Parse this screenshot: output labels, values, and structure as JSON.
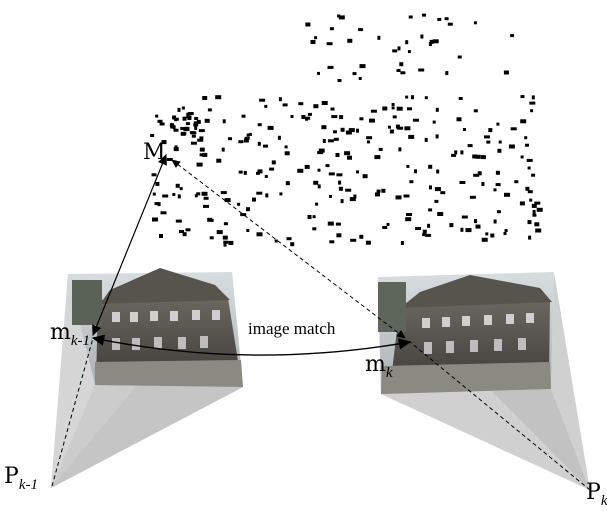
{
  "labels": {
    "point_3d": "M",
    "image_point_prev": {
      "base": "m",
      "sub": "k-1"
    },
    "image_point_curr": {
      "base": "m",
      "sub": "k"
    },
    "camera_prev": {
      "base": "P",
      "sub": "k-1"
    },
    "camera_curr": {
      "base": "P",
      "sub": "k"
    },
    "match": "image match"
  },
  "colors": {
    "frustum_light": "#d9d9d9",
    "frustum_mid": "#c6c6c6",
    "frustum_dark": "#b3b3b3",
    "point": "#000000",
    "lines": "#000000"
  }
}
